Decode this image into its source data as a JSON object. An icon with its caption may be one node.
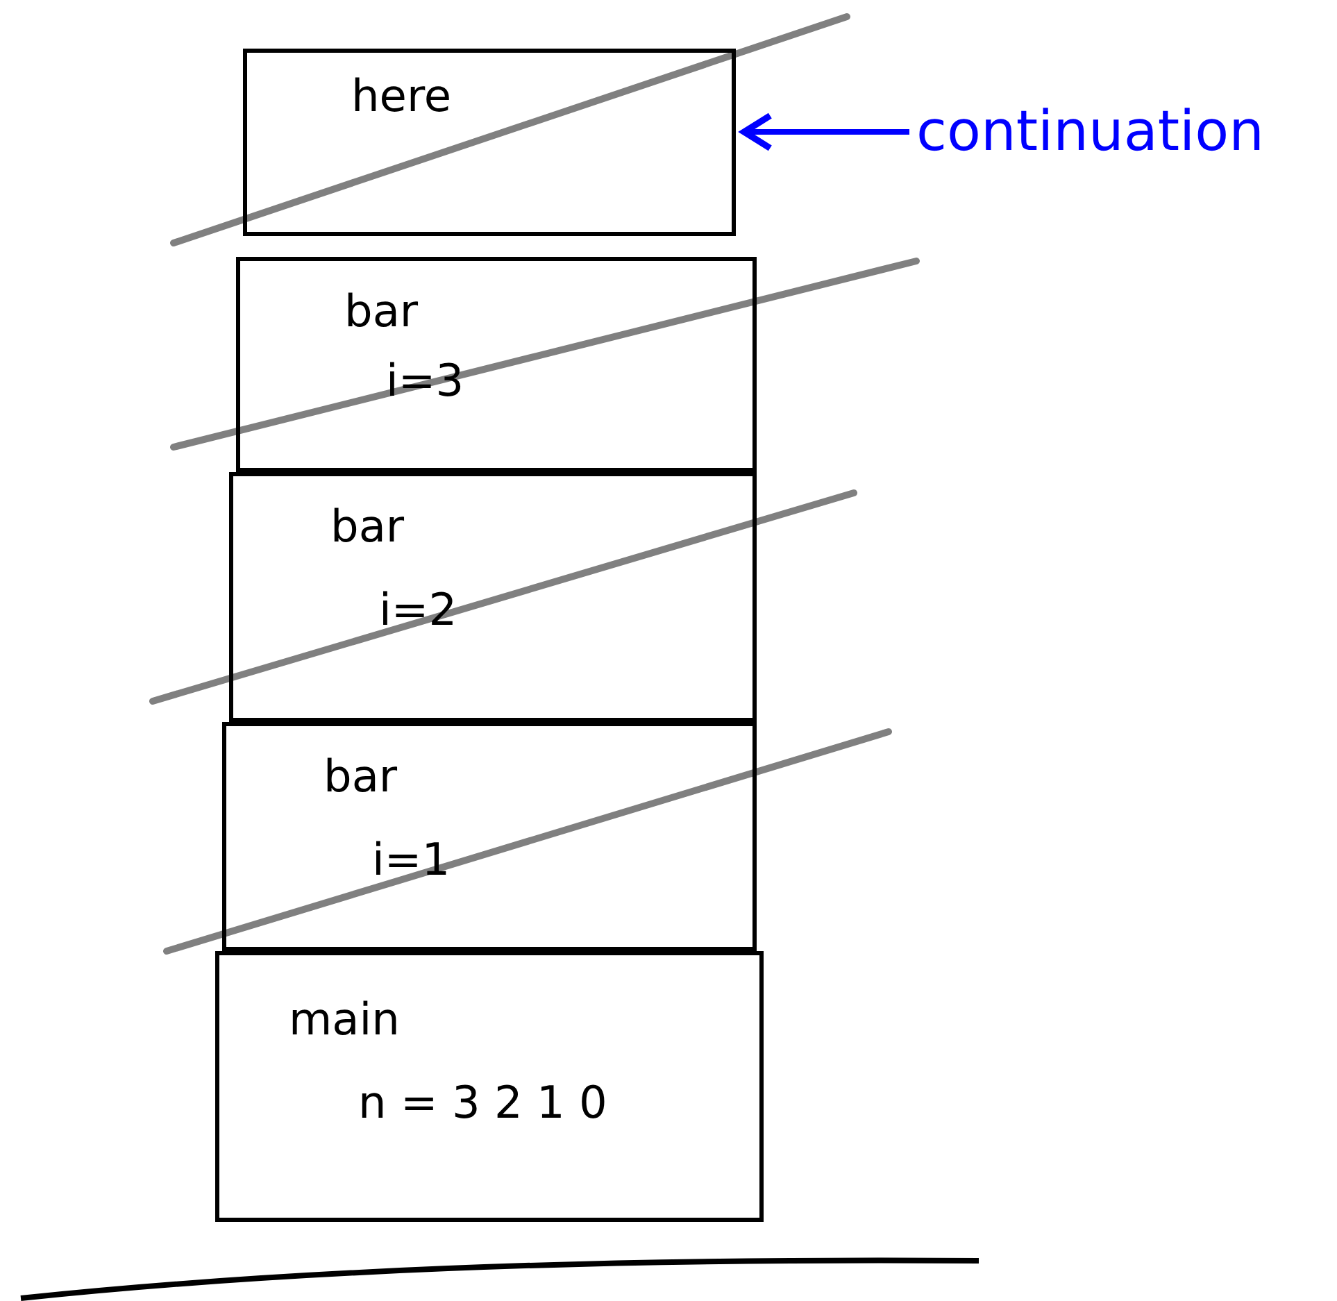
{
  "diagram": {
    "nodes": [
      {
        "text": [
          "here"
        ]
      },
      {
        "text": [
          "bar",
          "i=3"
        ]
      },
      {
        "text": [
          "bar",
          "i=2"
        ]
      },
      {
        "text": [
          "bar",
          "i=1"
        ]
      },
      {
        "text": [
          "main",
          "n = 3 2 1 0"
        ]
      },
      {
        "text": [
          "continuation"
        ]
      }
    ],
    "edges": [
      {
        "from": 5,
        "to": 0,
        "arrow": "to",
        "color": "#0000ff"
      }
    ]
  }
}
